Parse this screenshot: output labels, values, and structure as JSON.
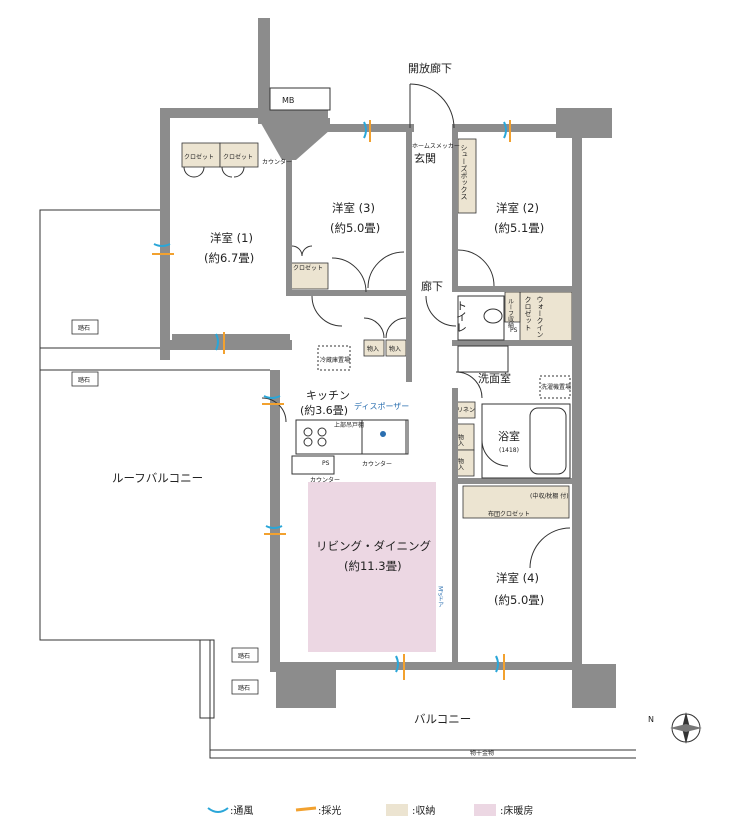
{
  "colors": {
    "wall": "#8c8c8c",
    "wall_dark": "#5e5e5e",
    "storage": "#ece4d1",
    "floor_heating": "#ecd7e3",
    "ventilation": "#2aa6d8",
    "daylight": "#f2a12f",
    "line": "#333333",
    "accent_text": "#2b6fb0"
  },
  "labels": {
    "open_corridor": "開放廊下",
    "mb": "MB",
    "entrance": "玄関",
    "home_smoker": "ホームスメッカー",
    "shoe_box": "シューズボックス",
    "hallway": "廊下",
    "toilet": "トイレ",
    "washroom": "洗面室",
    "bathroom": "浴室",
    "bath_size": "(1418)",
    "kitchen": "キッチン",
    "kitchen_size": "(約3.6畳)",
    "disposer": "ディスポーザー",
    "counter": "カウンター",
    "counter_kitchen": "カウンター",
    "counter_lower": "カウンター",
    "ps": "PS",
    "ps_kitchen": "PS",
    "living": "リビング・ダイニング",
    "living_size": "(約11.3畳)",
    "roof_balcony": "ルーフバルコニー",
    "balcony": "バルコニー",
    "drying": "物干金物",
    "stepping_stone": "踏石",
    "closet": "クロゼット",
    "futon_closet": "布団クロゼット",
    "mid_shelf": "(中収/枕棚 付)",
    "linen": "リネン",
    "storage_in": "物入",
    "fridge": "冷蔵庫置場",
    "washer": "洗濯機置場",
    "walkin": "ウォークイン",
    "walkin_closet": "クロゼット",
    "walkin_small": "ルーフ収納",
    "upper_cabinet": "上部吊戸棚",
    "ms_door": "M'sドア"
  },
  "rooms": {
    "west1": {
      "name": "洋室 (1)",
      "size": "(約6.7畳)"
    },
    "west2": {
      "name": "洋室 (2)",
      "size": "(約5.1畳)"
    },
    "west3": {
      "name": "洋室 (3)",
      "size": "(約5.0畳)"
    },
    "west4": {
      "name": "洋室 (4)",
      "size": "(約5.0畳)"
    }
  },
  "legend": {
    "ventilation": ":通風",
    "daylight": ":採光",
    "storage": ":収納",
    "floor_heating": ":床暖房"
  },
  "compass": {
    "north": "N"
  }
}
